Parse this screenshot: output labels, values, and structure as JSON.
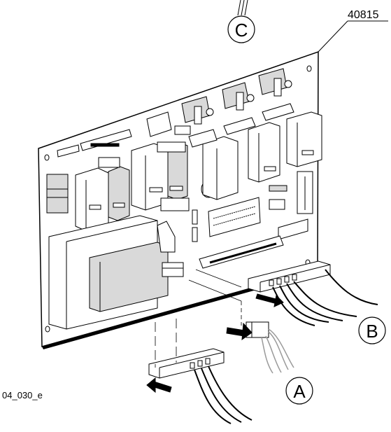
{
  "figure": {
    "part_number": "40815",
    "figure_code": "04_030_e",
    "callouts": [
      {
        "id": "callout-a",
        "letter": "A"
      },
      {
        "id": "callout-b",
        "letter": "B"
      },
      {
        "id": "callout-c",
        "letter": "C"
      }
    ]
  },
  "colors": {
    "line": "#000000",
    "shade": "#d9d9d9",
    "mid": "#bdbdbd",
    "board": "#ffffff",
    "ribbon": "#9a9a9a"
  }
}
